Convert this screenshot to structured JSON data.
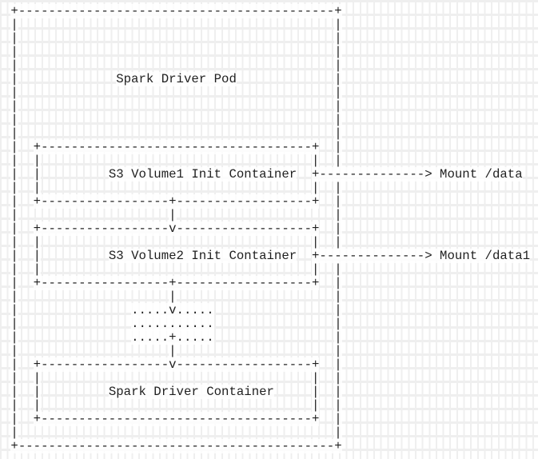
{
  "diagram": {
    "kind": "ascii-architecture-diagram",
    "lines": [
      " +------------------------------------------+",
      " |                                          |",
      " |                                          |",
      " |                                          |",
      " |                                          |",
      " |             Spark Driver Pod             |",
      " |                                          |",
      " |                                          |",
      " |                                          |",
      " |                                          |",
      " |  +------------------------------------+  |",
      " |  |                                    |  |",
      " |  |         S3 Volume1 Init Container  +--------------> Mount /data",
      " |  |                                    |  |",
      " |  +-----------------+------------------+  |",
      " |                    |                     |",
      " |  +-----------------v------------------+  |",
      " |  |                                    |  |",
      " |  |         S3 Volume2 Init Container  +--------------> Mount /data1",
      " |  |                                    |  |",
      " |  +-----------------+------------------+  |",
      " |                    |                     |",
      " |               .....v.....                |",
      " |               ...........                |",
      " |               .....+.....                |",
      " |                    |                     |",
      " |  +-----------------v------------------+  |",
      " |  |                                    |  |",
      " |  |         Spark Driver Container     |  |",
      " |  |                                    |  |",
      " |  +------------------------------------+  |",
      " |                                          |",
      " +------------------------------------------+"
    ]
  },
  "entities": {
    "pod_label": "Spark Driver Pod",
    "init_container_1_label": "S3 Volume1 Init Container",
    "init_container_2_label": "S3 Volume2 Init Container",
    "driver_container_label": "Spark Driver Container",
    "mount_1_label": "Mount /data",
    "mount_2_label": "Mount /data1"
  },
  "colors": {
    "background": "#ffffff",
    "grid_line": "#efefef",
    "text": "#1f1f1f",
    "cell_highlight": "rgba(255,255,255,0.78)"
  }
}
